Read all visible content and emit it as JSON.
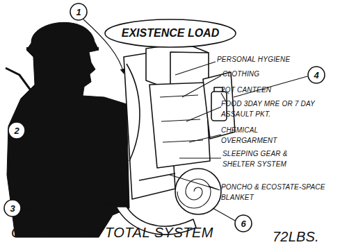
{
  "diagram": {
    "caption": "OBJECTIVE · TOTAL SYSTEM",
    "nodes": [
      {
        "text": [
          "1"
        ]
      },
      {
        "text": [
          "EXISTENCE LOAD"
        ]
      },
      {
        "text": [
          "4"
        ]
      },
      {
        "text": [
          "2"
        ]
      },
      {
        "text": [
          "3"
        ]
      },
      {
        "text": [
          "6"
        ]
      }
    ],
    "labels": [
      "PERSONAL HYGIENE",
      "CLOTHING",
      "2QT CANTEEN",
      "FOOD 3DAY MRE OR 7 DAY ASSAULT PKT.",
      "CHEMICAL OVERGARMENT",
      "SLEEPING GEAR & SHELTER SYSTEM",
      "PONCHO & ECOSTATE-SPACE BLANKET",
      "72LBS."
    ]
  }
}
